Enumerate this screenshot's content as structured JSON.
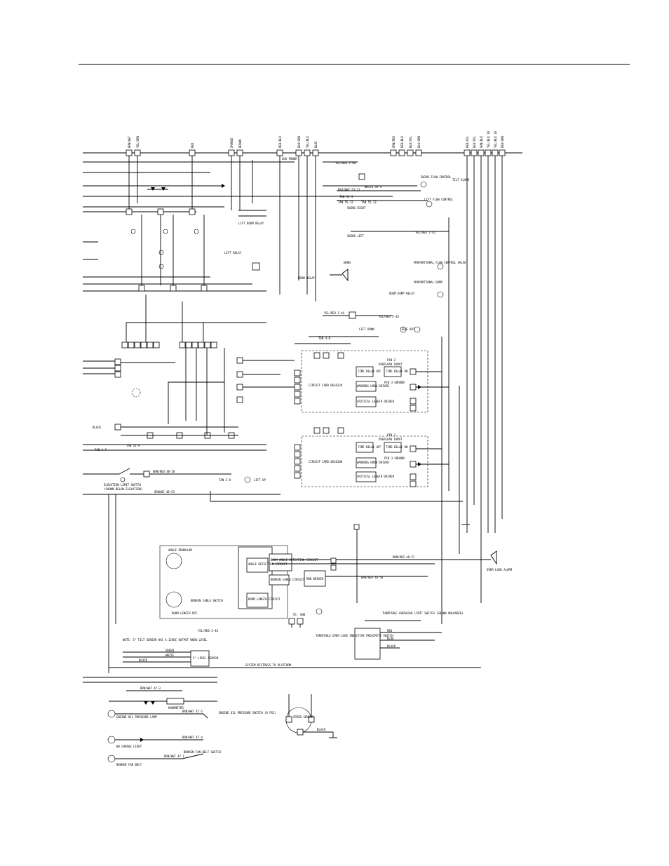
{
  "top_connector_labels": {
    "c1": "BRN/WHT",
    "c2": "YEL/GRN",
    "c3": "RED",
    "c4": "ORANGE",
    "c5": "BROWN",
    "c6": "RED/BLK",
    "c7": "BLK/GRN",
    "c8": "YEL/BLK",
    "c9": "BLUE",
    "c10": "GRN/RED",
    "c11": "RED/BLK",
    "c12": "BLK/YEL",
    "c13": "BLU/GRN",
    "c14": "RED/YEL",
    "c15": "BLK/YEL",
    "c16": "GRN/BLK",
    "c17": "YEL/BLK 18",
    "c18": "YEL/BLK 18",
    "c19": "RED/GRN"
  },
  "labels": {
    "aux_power": "AUX POWER",
    "yel_red_2_40": "YEL/RED 2-40",
    "swing_flow": "SWING FLOW CONTROL",
    "lift_flow": "LIFT FLOW CONTROL",
    "tilt_alarm": "TILT ALARM",
    "lift_relay": "LIFT RELAY",
    "lift_boom_relay": "LIFT BOOM RELAY",
    "horn_relay": "HORN RELAY",
    "horn": "HORN",
    "swing_right": "SWING RIGHT",
    "swing_left": "SWING LEFT",
    "proportional_flow": "PROPORTIONAL FLOW CONTROL VALVE",
    "proportional_dump": "PROPORTIONAL DUMP",
    "boom_dump_relay": "BOOM DUMP RELAY",
    "lift_down": "LIFT DOWN",
    "tele_out": "TELE OUT",
    "circuit_card_1": "CIRCUIT CARD 0610120",
    "circuit_card_2": "CIRCUIT CARD 0610100",
    "pin2": "PIN 2",
    "overload_input": "OVERLOAD INPUT",
    "time_delay_off": "TIME DELAY OFF",
    "time_delay_on": "TIME DELAY ON",
    "warning_horn_driver": "WARNING HORN DRIVER",
    "critical_length_driver": "CRITICAL LENGTH DRIVER",
    "pin3_ground": "PIN 3 GROUND",
    "black": "BLACK",
    "tan_55_9": "TAN 55-9",
    "tan_4_7": "TAN 4-7",
    "tan_3_8": "TAN 3-8",
    "lift_up": "LIFT UP",
    "brn_red_48_58": "BRN/RED 48-58",
    "elevation_limit_switch": "ELEVATION LIMIT SWITCH",
    "shown_below_elevation": "(SHOWN BELOW ELEVATION)",
    "orange_48_53": "ORANGE 48-53",
    "angle_pendulum": "ANGLE PENDULUM",
    "boom_length_pot": "BOOM LENGTH POT.",
    "broken_cable_switch": "BROKEN CABLE SWITCH",
    "angle_detection": "ANGLE DETECTION CIRCUIT",
    "boom_length_circuit": "BOOM LENGTH CIRCUIT",
    "boom_angle_detection": "BOOM ANGLE DETECTION CIRCUIT",
    "broken_cable_circuit": "BROKEN CABLE CIRCUIT",
    "mod_driver": "MOD DRIVER",
    "overload_alarm": "OVER-LOAD ALARM",
    "turntable_overload": "TURNTABLE OVERLOAD LIMIT SWITCH (SHOWN UNLOADED)",
    "turntable_proximity": "TURNTABLE OVER-LOAD INDUCTIVE PROXIMITY SWITCH",
    "note": "NOTE: 5° TILT SENSOR HAS A 12VDC OUTPUT WHEN LEVEL",
    "level_sensor": "5° LEVEL SENSOR",
    "system_distress": "SYSTEM DISTRESS TO PLATFORM",
    "hourmeter": "HOURMETER",
    "engine_oil_pressure": "ENGINE OIL PRESSURE SWITCH (8 PSI)",
    "engine_oil_lamp": "ENGINE OIL PRESSURE LAMP",
    "no_charge_light": "NO CHARGE LIGHT",
    "broken_fan_belt": "BROKEN FAN BELT",
    "broken_fan_belt_switch": "BROKEN FAN BELT SWITCH",
    "speed_sensor": "SPEED SENSOR",
    "brn_wht_47_3": "BRN/WHT 47-3",
    "brn_wht_47_5": "BRN/WHT 47-5",
    "brn_wht_47_4": "BRN/WHT 47-4",
    "brn_wht_47_1": "BRN/WHT 47-1",
    "red": "RED",
    "blue": "BLUE",
    "green": "GREEN",
    "white": "WHITE",
    "yel_red_2_46": "YEL/RED 2-46",
    "yel_red_2_44": "YEL/RED 2-44",
    "yel_red_2_42": "YEL/RED 2-42",
    "brn_red_48_57": "BRN/RED 48-57",
    "brn_red_48_56": "BRN/RED 48-56",
    "tan_4_8": "TAN 4-8",
    "white_55_4": "WHITE 55-4",
    "tan_55_3": "TAN 55-3",
    "tan_55_12": "TAN 55-12",
    "red_wht_55_11": "RED/WHT 55-11",
    "tan_55_13": "TAN 55-13",
    "v5": "V5",
    "gnd": "GND"
  }
}
